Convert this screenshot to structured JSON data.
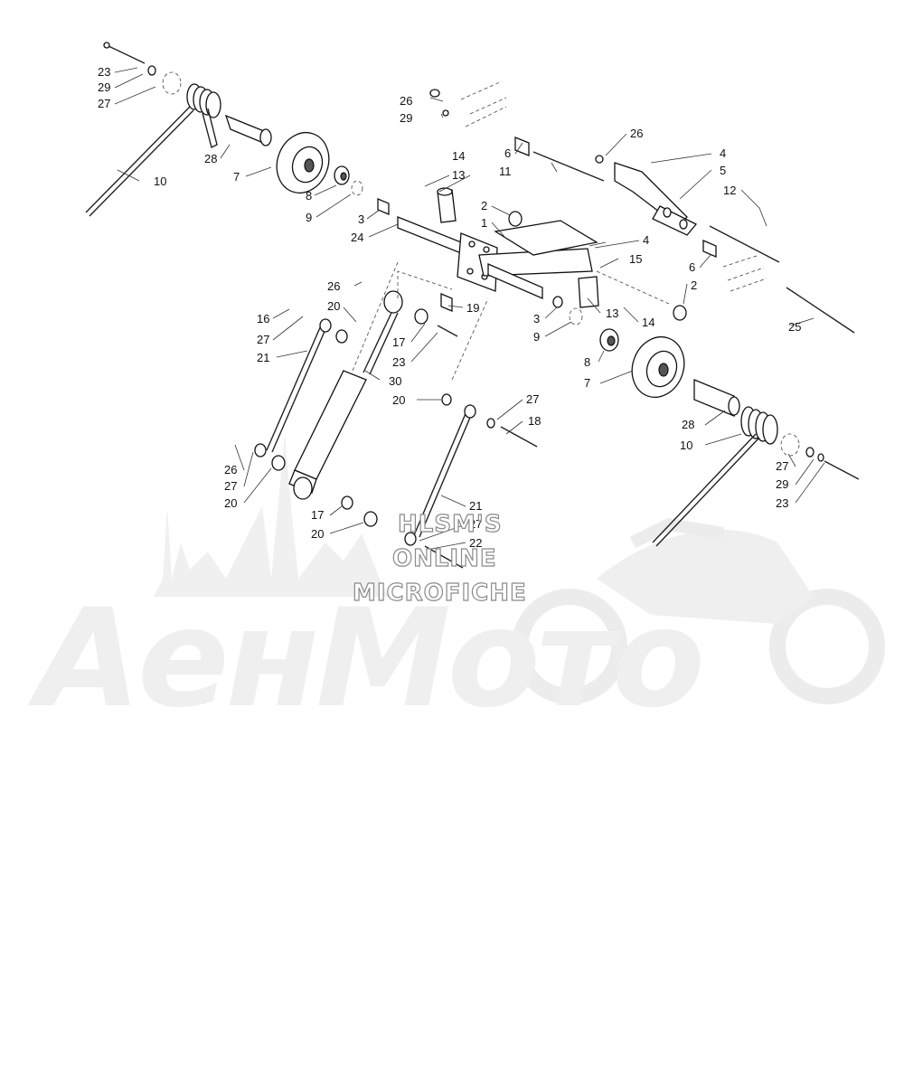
{
  "watermark": {
    "line1": "HLSM'S",
    "line2": "ONLINE",
    "line3": "MICROFICHE",
    "brand": "АенМото"
  },
  "callouts": [
    {
      "id": "c1",
      "text": "23"
    },
    {
      "id": "c2",
      "text": "29"
    },
    {
      "id": "c3",
      "text": "27"
    },
    {
      "id": "c4",
      "text": "28"
    },
    {
      "id": "c5",
      "text": "7"
    },
    {
      "id": "c6",
      "text": "10"
    },
    {
      "id": "c7",
      "text": "8"
    },
    {
      "id": "c8",
      "text": "9"
    },
    {
      "id": "c9",
      "text": "3"
    },
    {
      "id": "c10",
      "text": "24"
    },
    {
      "id": "c11",
      "text": "26"
    },
    {
      "id": "c12",
      "text": "29"
    },
    {
      "id": "c13",
      "text": "14"
    },
    {
      "id": "c14",
      "text": "13"
    },
    {
      "id": "c15",
      "text": "6"
    },
    {
      "id": "c16",
      "text": "11"
    },
    {
      "id": "c17",
      "text": "26"
    },
    {
      "id": "c18",
      "text": "4"
    },
    {
      "id": "c19",
      "text": "5"
    },
    {
      "id": "c20",
      "text": "12"
    },
    {
      "id": "c21",
      "text": "2"
    },
    {
      "id": "c22",
      "text": "1"
    },
    {
      "id": "c23",
      "text": "4"
    },
    {
      "id": "c24",
      "text": "15"
    },
    {
      "id": "c25",
      "text": "6"
    },
    {
      "id": "c26",
      "text": "2"
    },
    {
      "id": "c27",
      "text": "25"
    },
    {
      "id": "c28",
      "text": "26"
    },
    {
      "id": "c29",
      "text": "20"
    },
    {
      "id": "c30",
      "text": "19"
    },
    {
      "id": "c31",
      "text": "16"
    },
    {
      "id": "c32",
      "text": "27"
    },
    {
      "id": "c33",
      "text": "17"
    },
    {
      "id": "c34",
      "text": "23"
    },
    {
      "id": "c35",
      "text": "21"
    },
    {
      "id": "c36",
      "text": "30"
    },
    {
      "id": "c37",
      "text": "3"
    },
    {
      "id": "c38",
      "text": "13"
    },
    {
      "id": "c39",
      "text": "14"
    },
    {
      "id": "c40",
      "text": "9"
    },
    {
      "id": "c41",
      "text": "8"
    },
    {
      "id": "c42",
      "text": "7"
    },
    {
      "id": "c43",
      "text": "20"
    },
    {
      "id": "c44",
      "text": "27"
    },
    {
      "id": "c45",
      "text": "18"
    },
    {
      "id": "c46",
      "text": "28"
    },
    {
      "id": "c47",
      "text": "10"
    },
    {
      "id": "c48",
      "text": "26"
    },
    {
      "id": "c49",
      "text": "27"
    },
    {
      "id": "c50",
      "text": "20"
    },
    {
      "id": "c51",
      "text": "27"
    },
    {
      "id": "c52",
      "text": "29"
    },
    {
      "id": "c53",
      "text": "23"
    },
    {
      "id": "c54",
      "text": "17"
    },
    {
      "id": "c55",
      "text": "20"
    },
    {
      "id": "c56",
      "text": "21"
    },
    {
      "id": "c57",
      "text": "27"
    },
    {
      "id": "c58",
      "text": "22"
    }
  ]
}
